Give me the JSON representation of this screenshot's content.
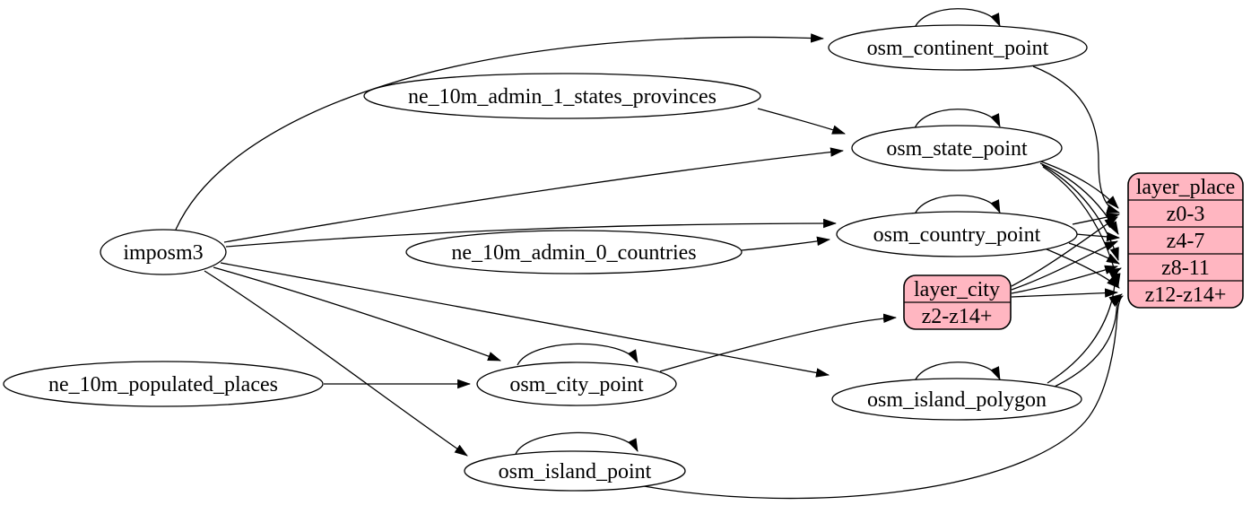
{
  "diagram": {
    "type": "etl-graph",
    "colors": {
      "background": "#ffffff",
      "edge": "#000000",
      "node_fill": "#ffffff",
      "record_fill": "#ffb6c1"
    },
    "nodes": {
      "imposm3": {
        "label": "imposm3",
        "shape": "ellipse"
      },
      "ne_10m_admin_1_states_provinces": {
        "label": "ne_10m_admin_1_states_provinces",
        "shape": "ellipse"
      },
      "ne_10m_admin_0_countries": {
        "label": "ne_10m_admin_0_countries",
        "shape": "ellipse"
      },
      "ne_10m_populated_places": {
        "label": "ne_10m_populated_places",
        "shape": "ellipse"
      },
      "osm_continent_point": {
        "label": "osm_continent_point",
        "shape": "ellipse"
      },
      "osm_state_point": {
        "label": "osm_state_point",
        "shape": "ellipse"
      },
      "osm_country_point": {
        "label": "osm_country_point",
        "shape": "ellipse"
      },
      "osm_city_point": {
        "label": "osm_city_point",
        "shape": "ellipse"
      },
      "osm_island_polygon": {
        "label": "osm_island_polygon",
        "shape": "ellipse"
      },
      "osm_island_point": {
        "label": "osm_island_point",
        "shape": "ellipse"
      },
      "layer_city": {
        "title": "layer_city",
        "rows": [
          "z2-z14+"
        ],
        "shape": "record",
        "fill": "#ffb6c1"
      },
      "layer_place": {
        "title": "layer_place",
        "rows": [
          "z0-3",
          "z4-7",
          "z8-11",
          "z12-z14+"
        ],
        "shape": "record",
        "fill": "#ffb6c1"
      }
    },
    "edges": [
      {
        "from": "imposm3",
        "to": "osm_continent_point"
      },
      {
        "from": "imposm3",
        "to": "osm_state_point"
      },
      {
        "from": "imposm3",
        "to": "osm_country_point"
      },
      {
        "from": "imposm3",
        "to": "osm_city_point"
      },
      {
        "from": "imposm3",
        "to": "osm_island_polygon"
      },
      {
        "from": "imposm3",
        "to": "osm_island_point"
      },
      {
        "from": "ne_10m_admin_1_states_provinces",
        "to": "osm_state_point"
      },
      {
        "from": "ne_10m_admin_0_countries",
        "to": "osm_country_point"
      },
      {
        "from": "ne_10m_populated_places",
        "to": "osm_city_point"
      },
      {
        "from": "osm_continent_point",
        "to": "osm_continent_point",
        "type": "self-loop"
      },
      {
        "from": "osm_state_point",
        "to": "osm_state_point",
        "type": "self-loop"
      },
      {
        "from": "osm_country_point",
        "to": "osm_country_point",
        "type": "self-loop"
      },
      {
        "from": "osm_city_point",
        "to": "osm_city_point",
        "type": "self-loop"
      },
      {
        "from": "osm_island_polygon",
        "to": "osm_island_polygon",
        "type": "self-loop"
      },
      {
        "from": "osm_island_point",
        "to": "osm_island_point",
        "type": "self-loop"
      },
      {
        "from": "osm_continent_point",
        "to": "layer_place.z0-3"
      },
      {
        "from": "osm_state_point",
        "to": "layer_place.z0-3"
      },
      {
        "from": "osm_state_point",
        "to": "layer_place.z4-7"
      },
      {
        "from": "osm_state_point",
        "to": "layer_place.z8-11"
      },
      {
        "from": "osm_state_point",
        "to": "layer_place.z12-z14+"
      },
      {
        "from": "osm_country_point",
        "to": "layer_place.z0-3"
      },
      {
        "from": "osm_country_point",
        "to": "layer_place.z4-7"
      },
      {
        "from": "osm_country_point",
        "to": "layer_place.z8-11"
      },
      {
        "from": "osm_country_point",
        "to": "layer_place.z12-z14+"
      },
      {
        "from": "osm_city_point",
        "to": "layer_city.z2-z14+"
      },
      {
        "from": "layer_city",
        "to": "layer_place.z0-3"
      },
      {
        "from": "layer_city",
        "to": "layer_place.z4-7"
      },
      {
        "from": "layer_city",
        "to": "layer_place.z8-11"
      },
      {
        "from": "layer_city",
        "to": "layer_place.z12-z14+"
      },
      {
        "from": "osm_island_polygon",
        "to": "layer_place.z8-11"
      },
      {
        "from": "osm_island_polygon",
        "to": "layer_place.z12-z14+"
      },
      {
        "from": "osm_island_point",
        "to": "layer_place.z12-z14+"
      }
    ]
  }
}
